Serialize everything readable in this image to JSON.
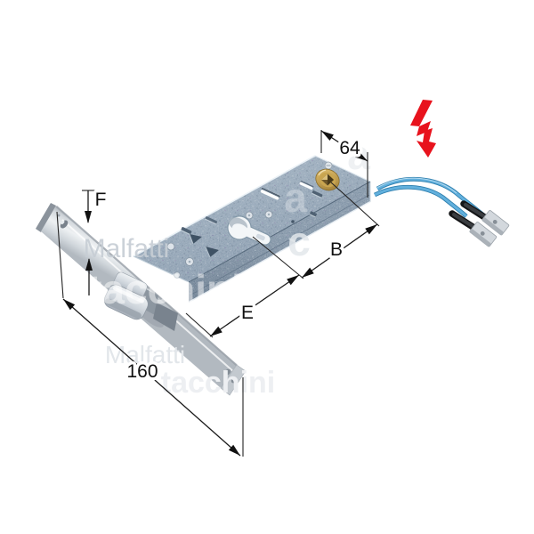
{
  "dimensions": {
    "top_width": {
      "label": "64"
    },
    "spindle_distance": {
      "label": "B"
    },
    "backset": {
      "label": "E"
    },
    "faceplate_width": {
      "label": "F"
    },
    "faceplate_length": {
      "label": "160"
    }
  },
  "watermark": {
    "brand_line1": "Malfatti",
    "brand_line2": "tacchini",
    "ghost_letters": {
      "g1": "a",
      "g2": "c",
      "g3": "a"
    }
  },
  "icons": {
    "electric_icon": "high-voltage-arrow"
  },
  "colors": {
    "body_face": "#94a7ba",
    "body_side": "#77899c",
    "faceplate": "#dde1e5",
    "brass": "#c8a24e",
    "wire_blue": "#58a8d8",
    "dimension_ink": "#1b1b1b",
    "lightning_red": "#e8131d"
  }
}
